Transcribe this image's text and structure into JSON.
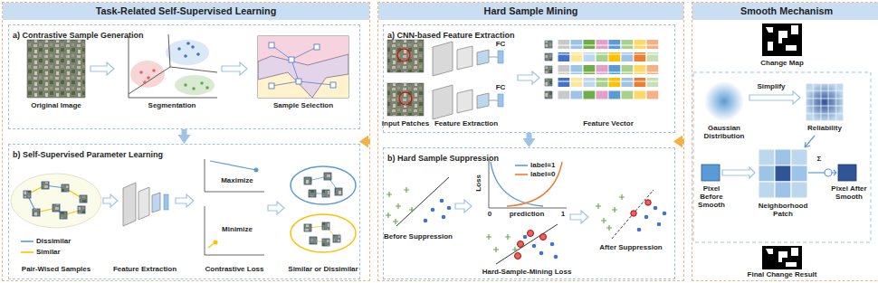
{
  "diagram": {
    "nodes": [
      {
        "text": [
          "Task-Related Self-Supervised Learning"
        ]
      },
      {
        "text": [
          "a) Contrastive Sample Generation"
        ],
        "in": 0
      },
      {
        "text": [
          "b) Self-Supervised Parameter Learning"
        ],
        "in": 0
      },
      {
        "text": [
          "Hard Sample Mining"
        ]
      },
      {
        "text": [
          "a) CNN-based Feature Extraction"
        ],
        "in": 3
      },
      {
        "text": [
          "b) Hard Sample Suppression"
        ],
        "in": 3
      },
      {
        "text": [
          "Smooth Mechanism"
        ]
      }
    ],
    "edges": [
      {
        "from": 0,
        "to": 3,
        "arrow": "to"
      },
      {
        "from": 3,
        "to": 6,
        "arrow": "to"
      },
      {
        "from": 1,
        "to": 2,
        "arrow": "to"
      },
      {
        "from": 4,
        "to": 5,
        "arrow": "to"
      }
    ],
    "labels": [
      "Original Image",
      "Segmentation",
      "Sample Selection",
      "Pair-Wised Samples",
      "Feature Extraction",
      "Maximize",
      "Minimize",
      "Contrastive Loss",
      "Similar or Dissimilar",
      "Input Patches",
      "FC",
      "FC",
      "Feature Extraction",
      "Feature Vector",
      "Before Suppression",
      "Loss",
      "0",
      "1",
      "prediction",
      "Hard-Sample-Mining Loss",
      "After Suppression",
      "Change Map",
      "Gaussian Distribution",
      "Simplify",
      "Reliability",
      "Pixel Before Smooth",
      "Neighborhood Patch",
      "Σ",
      "Pixel After Smooth",
      "Final Change Result"
    ],
    "legend": [
      {
        "text": "Dissimilar"
      },
      {
        "text": "Similar"
      },
      {
        "text": "label=1"
      },
      {
        "text": "label=0"
      }
    ]
  }
}
